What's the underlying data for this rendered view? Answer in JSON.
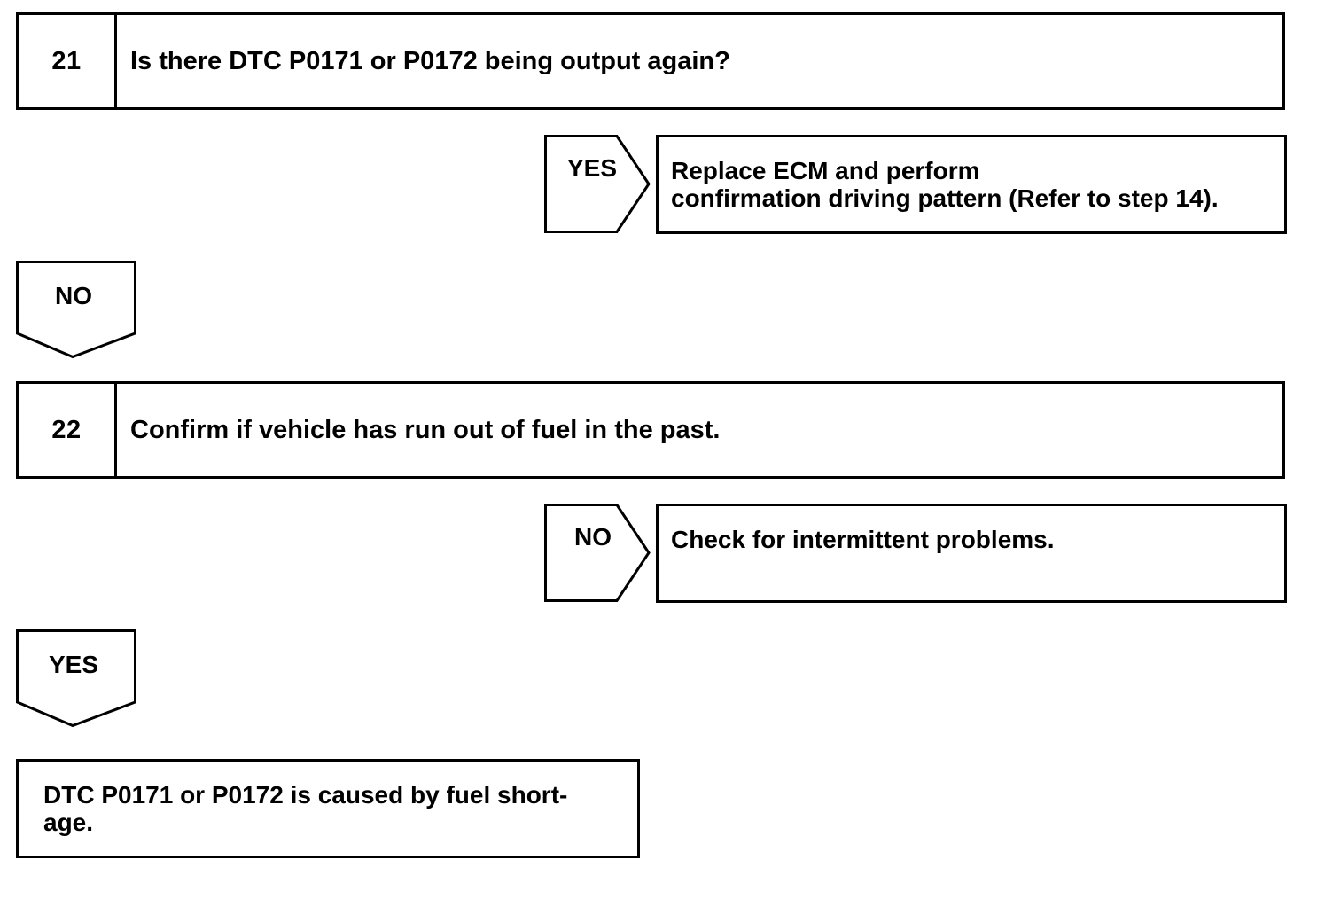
{
  "step21": {
    "number": "21",
    "question": "Is there DTC P0171 or P0172 being output again?",
    "yes_label": "YES",
    "yes_result": "Replace  ECM and  perform\nconfirmation driving pattern (Refer to step 14).",
    "no_label": "NO"
  },
  "step22": {
    "number": "22",
    "question": "Confirm if vehicle has run out of fuel in the past.",
    "no_label": "NO",
    "no_result": "Check for intermittent problems.",
    "yes_label": "YES"
  },
  "final": {
    "text": "DTC P0171 or P0172 is caused by fuel short-\nage."
  }
}
